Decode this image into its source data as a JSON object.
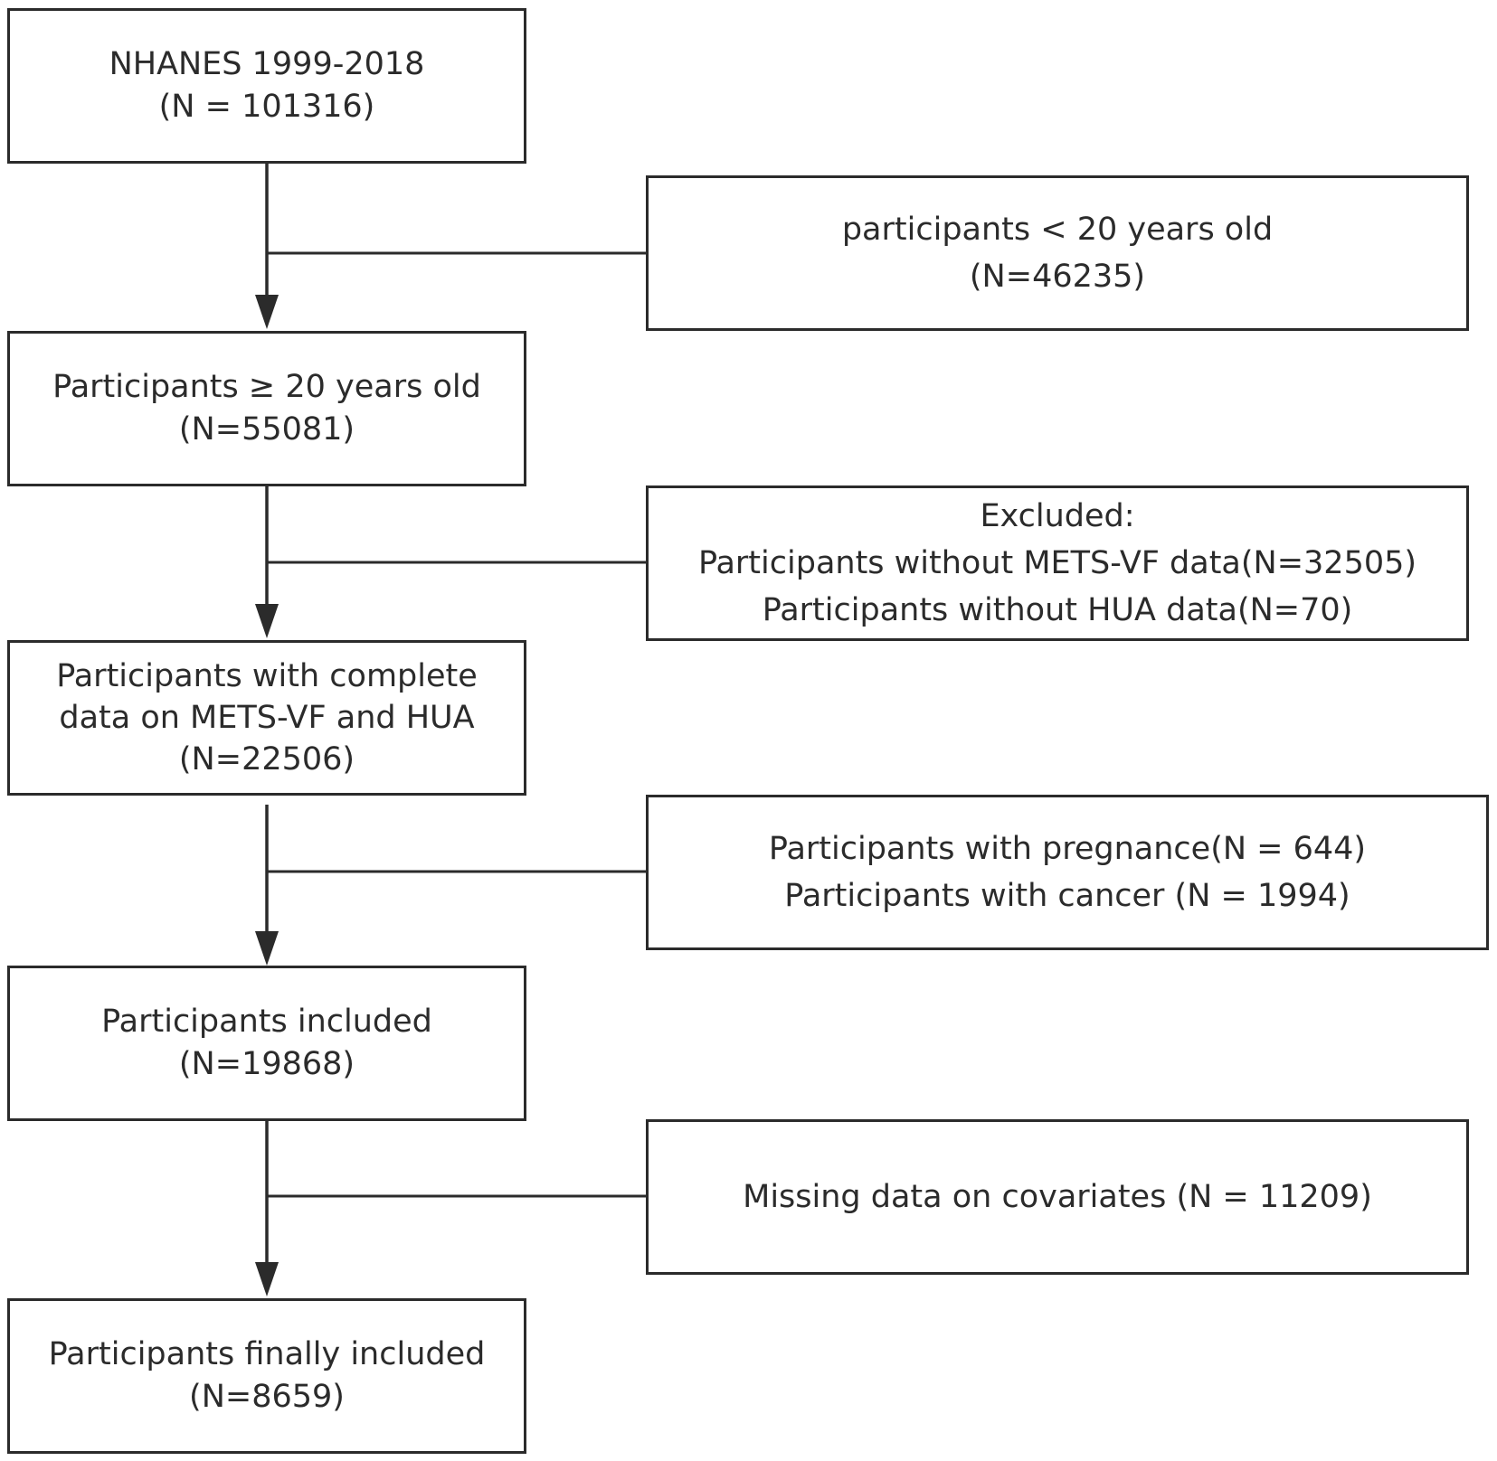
{
  "main_flow": [
    {
      "lines": [
        "NHANES 1999-2018",
        "(N = 101316)"
      ]
    },
    {
      "lines": [
        "Participants ≥ 20 years old",
        "(N=55081)"
      ]
    },
    {
      "lines": [
        "Participants with complete",
        "data on METS-VF and HUA",
        "(N=22506)"
      ]
    },
    {
      "lines": [
        "Participants included",
        "(N=19868)"
      ]
    },
    {
      "lines": [
        "Participants finally included",
        "(N=8659)"
      ]
    }
  ],
  "exclusions": [
    {
      "lines": [
        "participants < 20 years old",
        "(N=46235)"
      ]
    },
    {
      "lines": [
        "Excluded:",
        "Participants without METS-VF data(N=32505)",
        "Participants without HUA data(N=70)"
      ]
    },
    {
      "lines": [
        "Participants with pregnance(N = 644)",
        "Participants with cancer (N = 1994)"
      ]
    },
    {
      "lines": [
        "Missing data on covariates (N = 11209)"
      ]
    }
  ]
}
